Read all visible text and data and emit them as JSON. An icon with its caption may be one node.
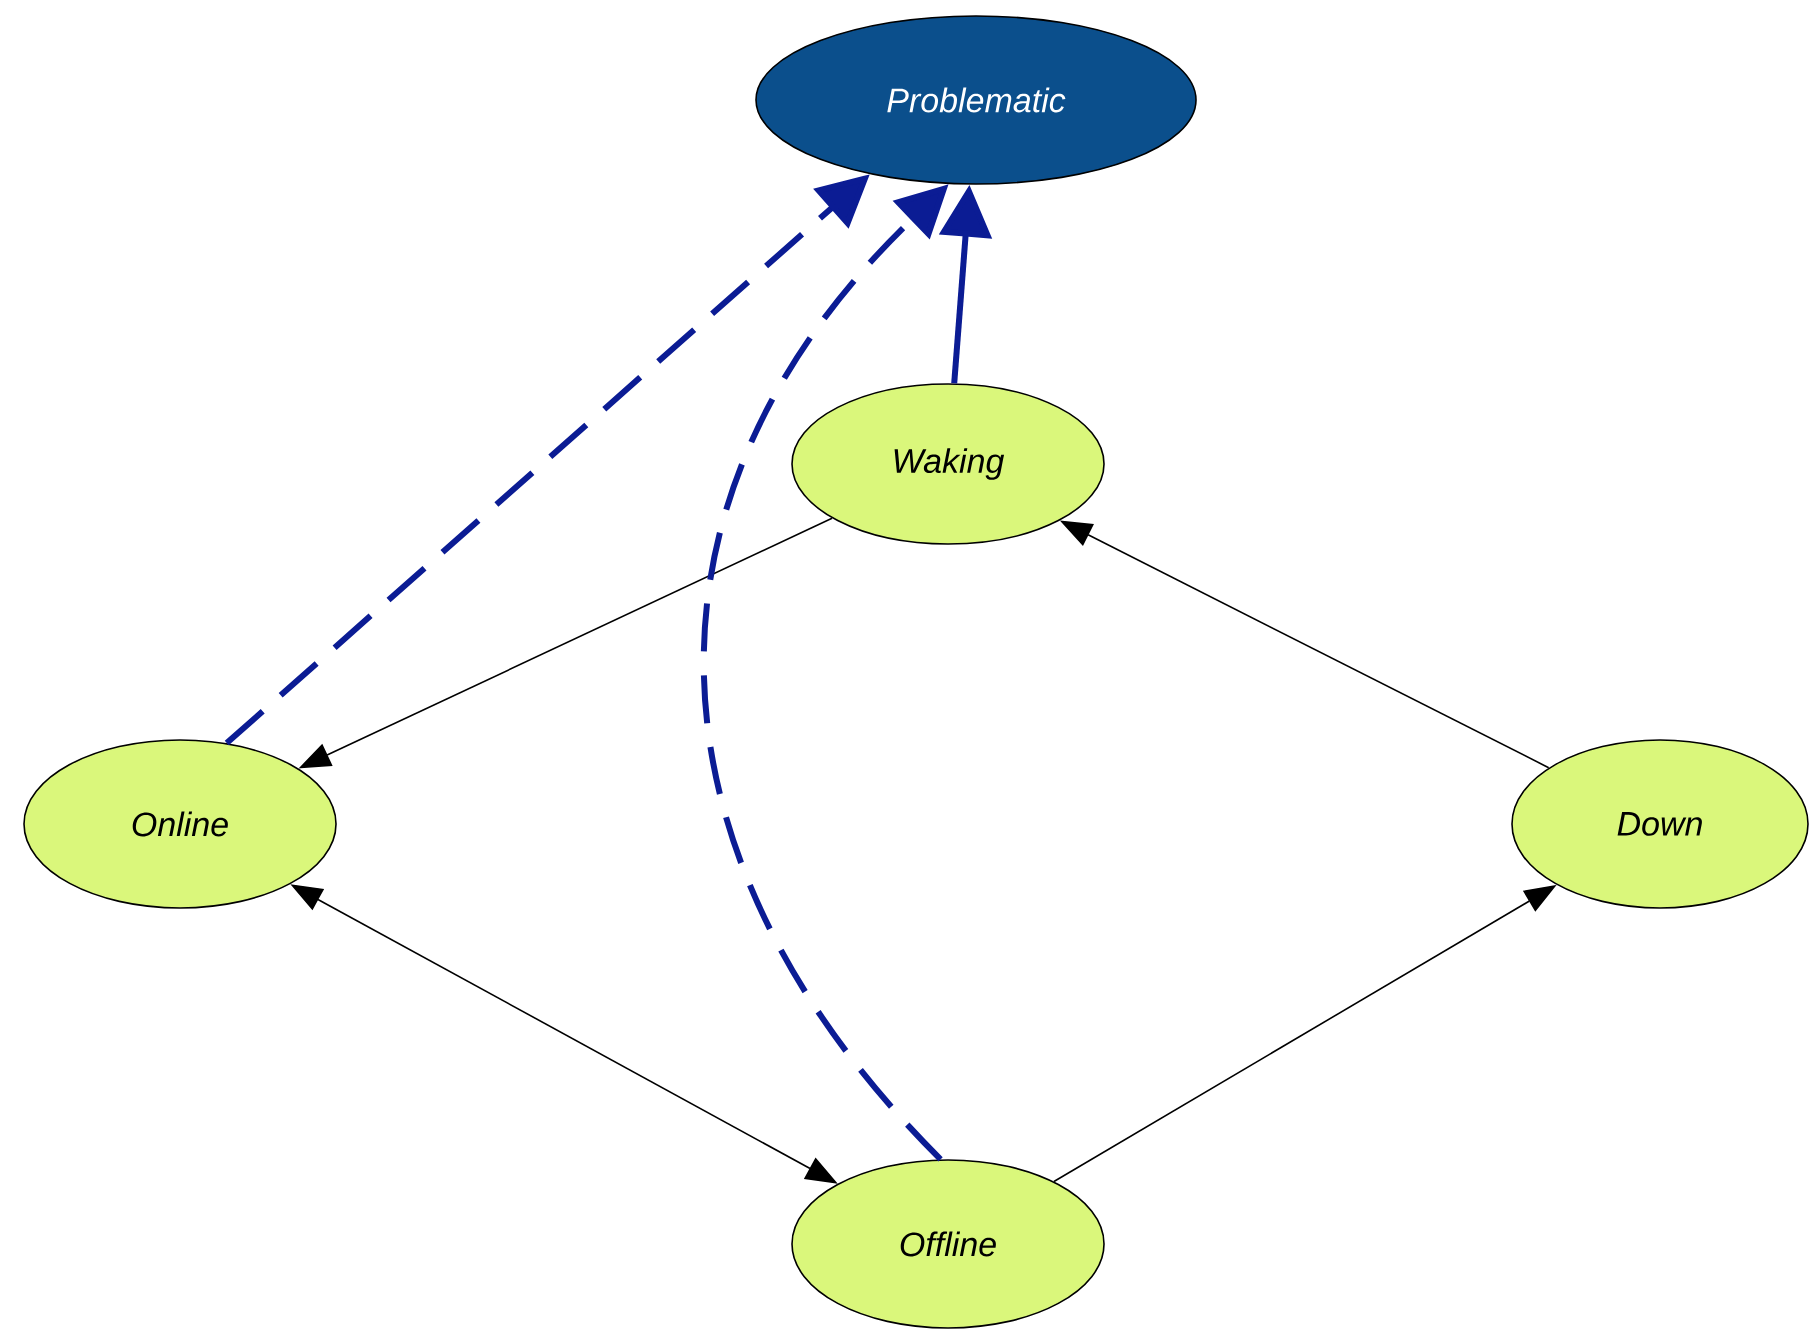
{
  "diagram": {
    "nodes": [
      {
        "text": [
          "Problematic"
        ]
      },
      {
        "text": [
          "Waking"
        ]
      },
      {
        "text": [
          "Online"
        ]
      },
      {
        "text": [
          "Down"
        ]
      },
      {
        "text": [
          "Offline"
        ]
      }
    ],
    "edges": [
      {
        "from": 1,
        "to": 2,
        "arrow": "to"
      },
      {
        "from": 3,
        "to": 1,
        "arrow": "to"
      },
      {
        "from": 2,
        "to": 4,
        "arrow": "both"
      },
      {
        "from": 4,
        "to": 3,
        "arrow": "to"
      },
      {
        "from": 2,
        "to": 0,
        "arrow": "to",
        "style": "dashed",
        "color": "#0b1c94"
      },
      {
        "from": 4,
        "to": 0,
        "arrow": "to",
        "style": "dashed",
        "color": "#0b1c94"
      },
      {
        "from": 1,
        "to": 0,
        "arrow": "to",
        "style": "thick",
        "color": "#0b1c94"
      }
    ]
  }
}
